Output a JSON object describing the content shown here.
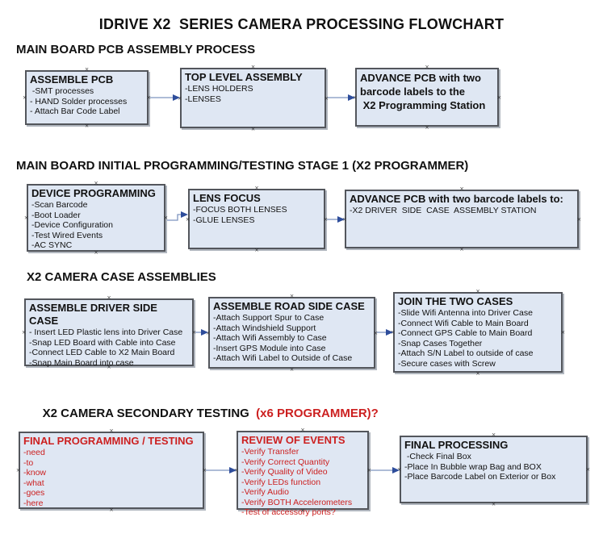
{
  "title": "IDRIVE X2  SERIES CAMERA PROCESSING FLOWCHART",
  "glyphs": {
    "connection_handle": "×"
  },
  "colors": {
    "box_fill": "#dfe7f3",
    "box_border": "#53565c",
    "arrow_line": "#7e95bf",
    "arrow_head": "#2e4d9b",
    "red_text": "#cc2020",
    "black_text": "#111111"
  },
  "sections": [
    {
      "header": "MAIN BOARD PCB ASSEMBLY PROCESS",
      "boxes": [
        {
          "title": "ASSEMBLE PCB",
          "items": [
            " -SMT processes",
            "- HAND Solder processes",
            "- Attach Bar Code Label"
          ]
        },
        {
          "title": "TOP LEVEL ASSEMBLY",
          "items": [
            "-LENS HOLDERS",
            "-LENSES"
          ]
        },
        {
          "title": "ADVANCE PCB with two\nbarcode labels to the\n X2 Programming Station",
          "items": []
        }
      ]
    },
    {
      "header": "MAIN BOARD INITIAL PROGRAMMING/TESTING STAGE 1 (X2 PROGRAMMER)",
      "boxes": [
        {
          "title": "DEVICE PROGRAMMING",
          "items": [
            "-Scan Barcode",
            "-Boot Loader",
            "-Device Configuration",
            "-Test Wired Events",
            "-AC SYNC"
          ]
        },
        {
          "title": "LENS FOCUS",
          "items": [
            "-FOCUS BOTH LENSES",
            "-GLUE LENSES"
          ]
        },
        {
          "title": "ADVANCE PCB with two barcode labels to:",
          "items": [
            "-X2 DRIVER  SIDE  CASE  ASSEMBLY STATION"
          ]
        }
      ]
    },
    {
      "header": "X2 CAMERA CASE ASSEMBLIES",
      "boxes": [
        {
          "title": "ASSEMBLE DRIVER SIDE CASE",
          "items": [
            "- Insert LED Plastic lens into Driver Case",
            "-Snap LED Board with Cable into Case",
            "-Connect LED Cable to X2 Main Board",
            "-Snap Main Board into case"
          ]
        },
        {
          "title": "ASSEMBLE ROAD SIDE CASE",
          "items": [
            "-Attach Support Spur to Case",
            "-Attach Windshield Support",
            "-Attach Wifi Assembly to Case",
            "-Insert GPS Module into Case",
            "-Attach Wifi Label to Outside of Case"
          ]
        },
        {
          "title": "JOIN THE TWO CASES",
          "items": [
            "-Slide Wifi Antenna into Driver Case",
            "-Connect Wifi Cable to Main Board",
            "-Connect GPS Cable to Main Board",
            "-Snap Cases Together",
            "-Attach S/N Label to outside of case",
            "-Secure cases with Screw"
          ]
        }
      ]
    },
    {
      "header_black": "X2 CAMERA SECONDARY TESTING  ",
      "header_red": "(x6 PROGRAMMER)?",
      "boxes": [
        {
          "title": "FINAL PROGRAMMING / TESTING",
          "items": [
            "-need",
            "-to",
            "-know",
            "-what",
            "-goes",
            "-here"
          ]
        },
        {
          "title": "REVIEW OF EVENTS",
          "items": [
            "-Verify Transfer",
            "-Verify Correct Quantity",
            "-Verify Quality of Video",
            "-Verify LEDs function",
            "-Verify Audio",
            "-Verify BOTH Accelerometers",
            "-Test of accessory ports?"
          ]
        },
        {
          "title": "FINAL PROCESSING",
          "items": [
            " -Check Final Box",
            "-Place In Bubble wrap Bag and BOX",
            "-Place Barcode Label on Exterior or Box"
          ]
        }
      ]
    }
  ]
}
